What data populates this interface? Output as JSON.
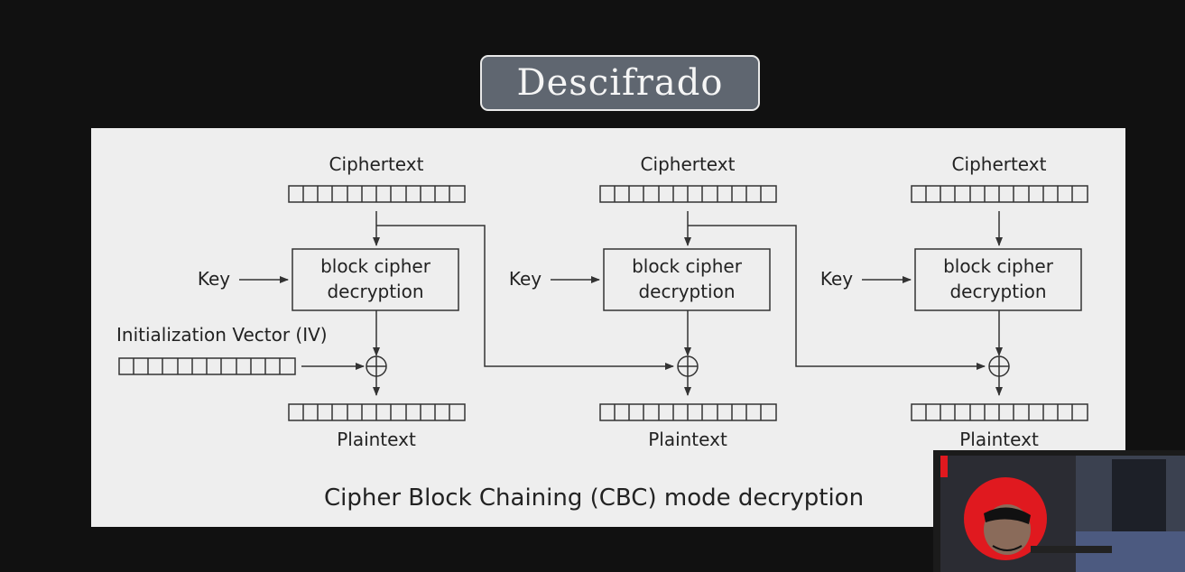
{
  "slide_title": "Descifrado",
  "diagram": {
    "caption": "Cipher Block Chaining (CBC) mode decryption",
    "iv_label": "Initialization Vector (IV)",
    "stages": [
      {
        "ciphertext_label": "Ciphertext",
        "key_label": "Key",
        "cipher_line1": "block cipher",
        "cipher_line2": "decryption",
        "plaintext_label": "Plaintext"
      },
      {
        "ciphertext_label": "Ciphertext",
        "key_label": "Key",
        "cipher_line1": "block cipher",
        "cipher_line2": "decryption",
        "plaintext_label": "Plaintext"
      },
      {
        "ciphertext_label": "Ciphertext",
        "key_label": "Key",
        "cipher_line1": "block cipher",
        "cipher_line2": "decryption",
        "plaintext_label": "Plaintext"
      }
    ]
  },
  "colors": {
    "page_background": "#111111",
    "diagram_background": "#eeeeee",
    "title_box": "#5f6670",
    "line": "#333333",
    "avatar_hood": "#e0191f"
  }
}
